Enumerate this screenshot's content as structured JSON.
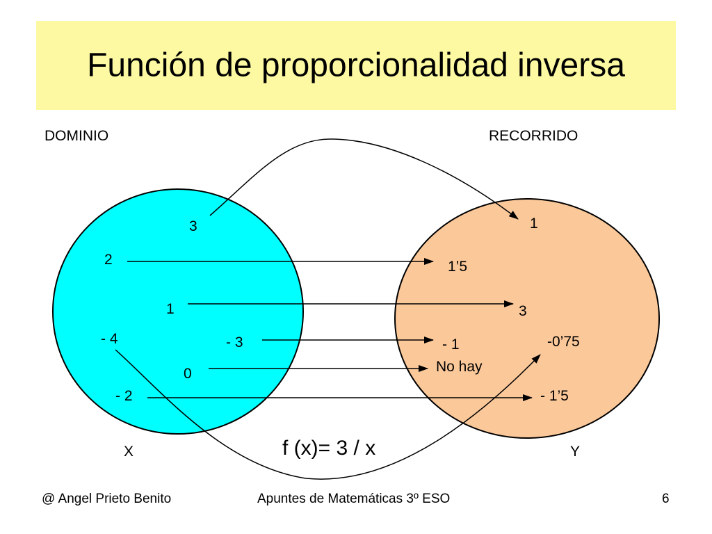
{
  "title": "Función de proporcionalidad inversa",
  "domain_label": "DOMINIO",
  "range_label": "RECORRIDO",
  "set_x_label": "X",
  "set_y_label": "Y",
  "function_label": "f (x)= 3 / x",
  "domain_values": {
    "v3": "3",
    "v2": "2",
    "v1": "1",
    "vm4": "- 4",
    "vm3": "- 3",
    "v0": "0",
    "vm2": "- 2"
  },
  "range_values": {
    "r1": "1",
    "r1_5": "1’5",
    "r3": "3",
    "rm1": "- 1",
    "rm075": "-0’75",
    "no_hay": "No hay",
    "rm1_5": "- 1’5"
  },
  "colors": {
    "title_bg": "#fdf9a2",
    "domain_fill": "#00ffff",
    "range_fill": "#fbc89a"
  },
  "footer": {
    "author": "@ Angel Prieto Benito",
    "course": "Apuntes de Matemáticas 3º ESO",
    "page": "6"
  }
}
